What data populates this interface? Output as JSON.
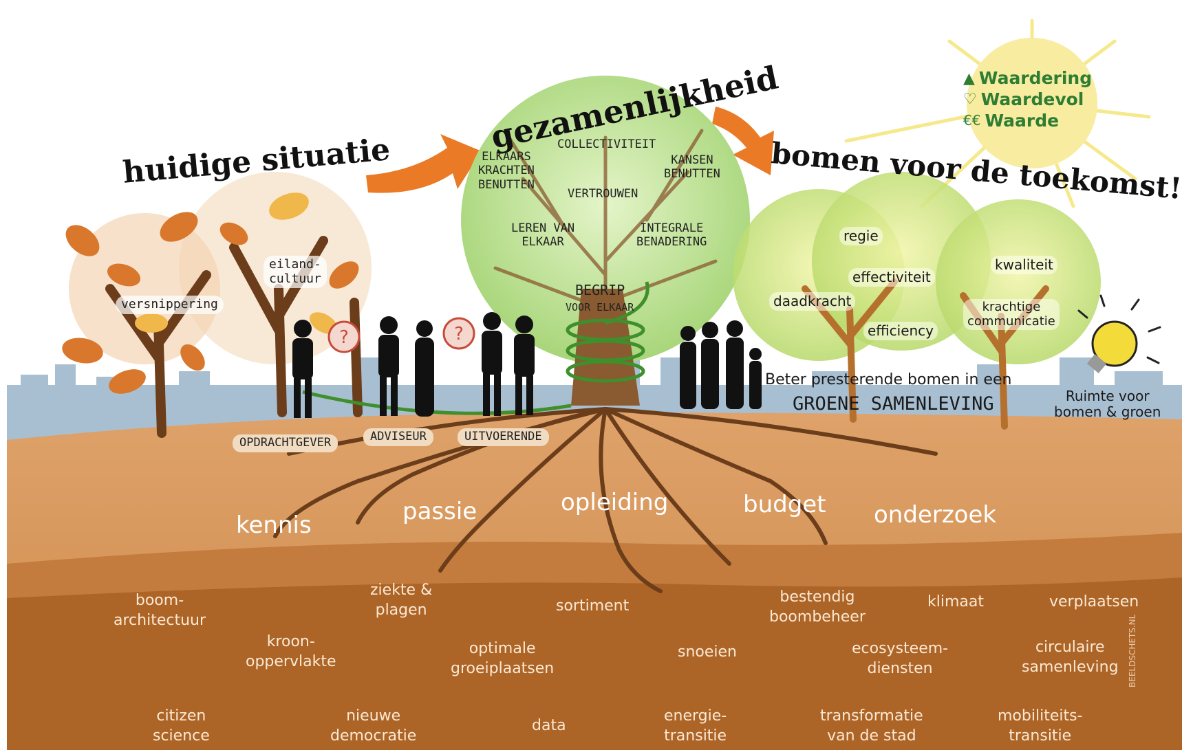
{
  "titles": {
    "current": "huidige situatie",
    "together": "gezamenlijkheid",
    "future": "bomen voor de toekomst!"
  },
  "current_tree": {
    "labels": [
      "eiland-\ncultuur",
      "versnippering"
    ]
  },
  "roles": [
    "OPDRACHTGEVER",
    "ADVISEUR",
    "UITVOERENDE"
  ],
  "crown_words": [
    "ELKAARS\nKRACHTEN\nBENUTTEN",
    "COLLECTIVITEIT",
    "KANSEN\nBENUTTEN",
    "VERTROUWEN",
    "LEREN VAN\nELKAAR",
    "INTEGRALE\nBENADERING"
  ],
  "trunk_label": {
    "main": "BEGRIP",
    "sub": "VOOR ELKAAR"
  },
  "future_trees": [
    "regie",
    "effectiviteit",
    "daadkracht",
    "efficiency",
    "kwaliteit",
    "krachtige\ncommunicatie"
  ],
  "society": {
    "line1": "Beter presterende bomen in een",
    "line2": "GROENE SAMENLEVING"
  },
  "sun_values": [
    "Waardering",
    "Waardevol",
    "Waarde"
  ],
  "sun_icons": [
    "thumbs-up-icon",
    "heart-icon",
    "euro-coins-icon"
  ],
  "lightbulb_text": "Ruimte voor\nbomen & groen",
  "roots": [
    "kennis",
    "passie",
    "opleiding",
    "budget",
    "onderzoek"
  ],
  "soil_topics": [
    "boom-\narchitectuur",
    "kroon-\noppervlakte",
    "ziekte &\nplagen",
    "optimale\ngroeiplaatsen",
    "sortiment",
    "snoeien",
    "bestendig\nboombeheer",
    "ecosysteem-\ndiensten",
    "klimaat",
    "circulaire\nsamenleving",
    "verplaatsen",
    "citizen\nscience",
    "nieuwe\ndemocratie",
    "data",
    "energie-\ntransitie",
    "transformatie\nvan de stad",
    "mobiliteits-\ntransitie"
  ],
  "credit": "BEELDSCHETS.NL",
  "colors": {
    "soil_top": "#d99a5e",
    "soil_mid": "#c47c3e",
    "soil_deep": "#a85f22",
    "skyline": "#9fb7cc",
    "arrow": "#ea7a25",
    "green_spiral": "#3f8f2c",
    "crown_green": "#c8e6a0",
    "sun": "#f7eca0",
    "autumn_leaf": "#d9782d"
  }
}
